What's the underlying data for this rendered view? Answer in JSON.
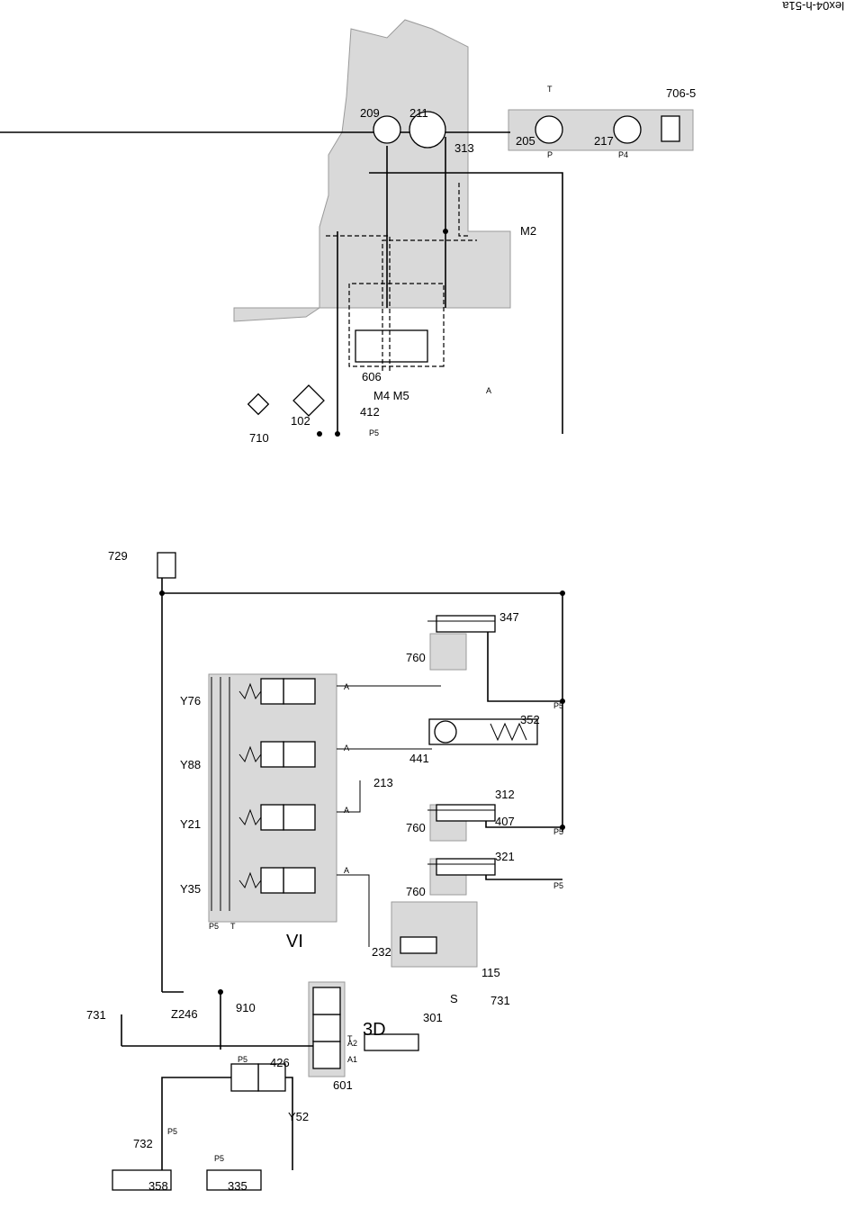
{
  "ref": "lex04-h-51a",
  "groups": {
    "valve_block": "VI",
    "gear_valve": "3D"
  },
  "labels": {
    "c335": "335",
    "c358": "358",
    "v732": "732",
    "y52": "Y52",
    "v601": "601",
    "v426": "426",
    "c301": "301",
    "v731a": "731",
    "z246": "Z246",
    "p910": "910",
    "v731b": "731",
    "s": "S",
    "v115": "115",
    "v232": "232",
    "y35": "Y35",
    "y21": "Y21",
    "y88": "Y88",
    "y76": "Y76",
    "v760a": "760",
    "c321": "321",
    "v760b": "760",
    "c312": "312",
    "v407": "407",
    "m213": "213",
    "v441": "441",
    "c352": "352",
    "v760c": "760",
    "c347": "347",
    "v729": "729",
    "f710": "710",
    "f102": "102",
    "v412": "412",
    "m4m5": "M4 M5",
    "v606": "606",
    "m2": "M2",
    "p209": "209",
    "p211": "211",
    "v313": "313",
    "p205": "205",
    "p217": "217",
    "v7065": "706-5"
  },
  "ports": {
    "p5": "P5",
    "t": "T",
    "a": "A",
    "a1": "A1",
    "a2": "A2",
    "p": "P",
    "p4": "P4"
  },
  "colors": {
    "zone": "#d9d9d9",
    "line": "#000000"
  }
}
